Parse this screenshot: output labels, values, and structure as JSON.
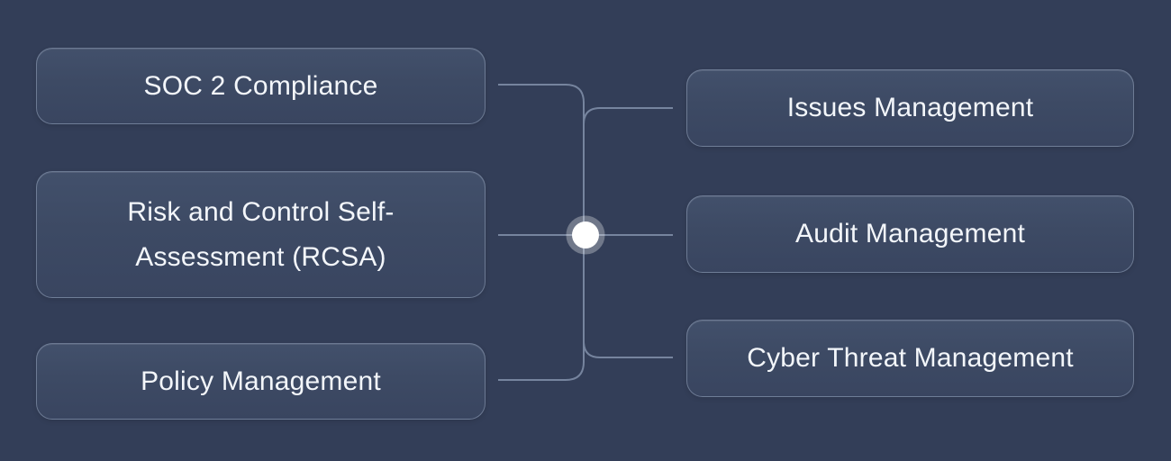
{
  "diagram": {
    "left_nodes": [
      {
        "label": "SOC 2 Compliance"
      },
      {
        "label": "Risk and Control Self-Assessment (RCSA)"
      },
      {
        "label": "Policy Management"
      }
    ],
    "right_nodes": [
      {
        "label": "Issues Management"
      },
      {
        "label": "Audit Management"
      },
      {
        "label": "Cyber Threat Management"
      }
    ],
    "hub": {
      "name": "central-hub"
    },
    "colors": {
      "background": "#333e58",
      "box_fill_top": "#42506b",
      "box_fill_bottom": "#394560",
      "box_border": "#96a4bc",
      "connector_line": "#76849e",
      "text": "#f3f6fa",
      "hub_fill": "#ffffff",
      "hub_ring": "rgba(255,255,255,0.30)"
    }
  }
}
